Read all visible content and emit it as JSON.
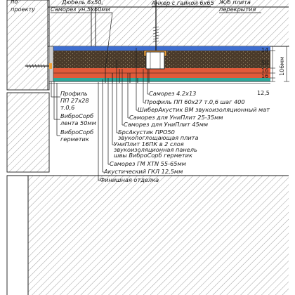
{
  "labels": {
    "top_left_1": "по",
    "top_left_2": "проекту",
    "dowel": "Дюбель 6х50,",
    "screw_un": "Саморез ун.5х60мм",
    "anchor": "Анкер с гайкой 6х65",
    "slab_1": "Ж/б плита",
    "slab_2": "перекрытия",
    "profile_pp_1": "Профиль",
    "profile_pp_2": "ПП 27х28",
    "profile_pp_3": "т.0,6",
    "vibro_tape_1": "ВиброСорб",
    "vibro_tape_2": "лента 50мм",
    "vibro_seal_1": "ВиброСорб",
    "vibro_seal_2": "герметик",
    "screw_42": "Саморез 4.2х13",
    "profile_60": "Профиль ПП 60х27 т.0,6 шаг 400",
    "shiber_mat": "ШиберАкустик ВМ звукоизоляционный мат",
    "screw_25": "Саморез для УниПлит 25-35мм",
    "screw_45": "Саморез для УниПлит 45мм",
    "brs_1": "БрсАкустик ПРО50",
    "brs_2": "звукопоглощающая плита",
    "uniplit_1": "УниПлит 16ПК в 2 слоя",
    "uniplit_2": "звукоизоляционная панель",
    "uniplit_3": "швы ВиброСорб герметик",
    "screw_gm": "Саморез ГМ XTN 55-65мм",
    "gkl": "Акустический ГКЛ 12,5мм",
    "finish": "Финишная отделка"
  },
  "dimensions": {
    "d14": "14",
    "d50": "50",
    "d16a": "16",
    "d16b": "16",
    "d125": "12,5",
    "d106": "106мм"
  },
  "colors": {
    "hatch": "#8a8a8a",
    "blue_layer": "#3f6fd1",
    "insulation": "#4a3a2a",
    "insulation_dot": "#9a8a6a",
    "red_layer": "#e05a3a",
    "gkl_layer": "#2fa89a",
    "anchor_box": "#f2a33a"
  }
}
